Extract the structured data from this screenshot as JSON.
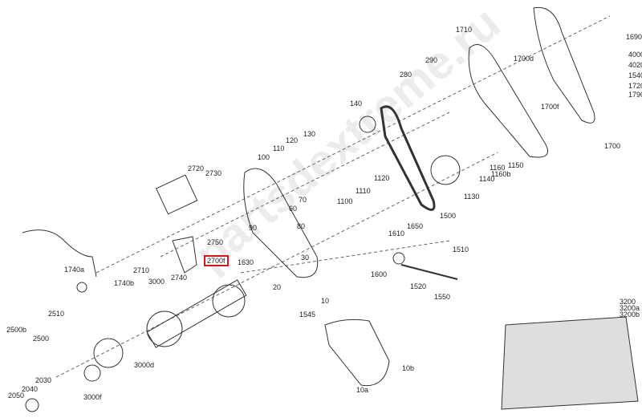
{
  "diagram": {
    "highlighted_part": "2700f",
    "highlight_color": "#d0161b",
    "labels": {
      "p1690": "1690",
      "p4000": "4000",
      "p4020": "4020",
      "p1540": "1540",
      "p1720": "1720",
      "p1790": "1790",
      "p1700d": "1700d",
      "p1700f": "1700f",
      "p1700": "1700",
      "p1710": "1710",
      "p290": "290",
      "p280": "280",
      "p140": "140",
      "p130": "130",
      "p120": "120",
      "p110": "110",
      "p100": "100",
      "p2720": "2720",
      "p2730": "2730",
      "p70": "70",
      "p60": "60",
      "p80": "80",
      "p90": "90",
      "p2750": "2750",
      "p2700f": "2700f",
      "p1630": "1630",
      "p30": "30",
      "p2710": "2710",
      "p2740": "2740",
      "p3000": "3000",
      "p1740a": "1740a",
      "p1740b": "1740b",
      "p20": "20",
      "p1545": "1545",
      "p10": "10",
      "p1100": "1100",
      "p1110": "1110",
      "p1120": "1120",
      "p1130": "1130",
      "p1500": "1500",
      "p1140": "1140",
      "p1160": "1160",
      "p1160b": "1160b",
      "p1150": "1150",
      "p1610": "1610",
      "p1650": "1650",
      "p1510": "1510",
      "p1600": "1600",
      "p1520": "1520",
      "p1550": "1550",
      "p2510": "2510",
      "p2500b": "2500b",
      "p2500": "2500",
      "p2030": "2030",
      "p2040": "2040",
      "p2050": "2050",
      "p3000f": "3000f",
      "p3000d": "3000d",
      "p10b": "10b",
      "p10a": "10a",
      "p3200": "3200",
      "p3200a": "3200a",
      "p3200b": "3200b"
    },
    "watermark": "partsdextreme.ru"
  }
}
